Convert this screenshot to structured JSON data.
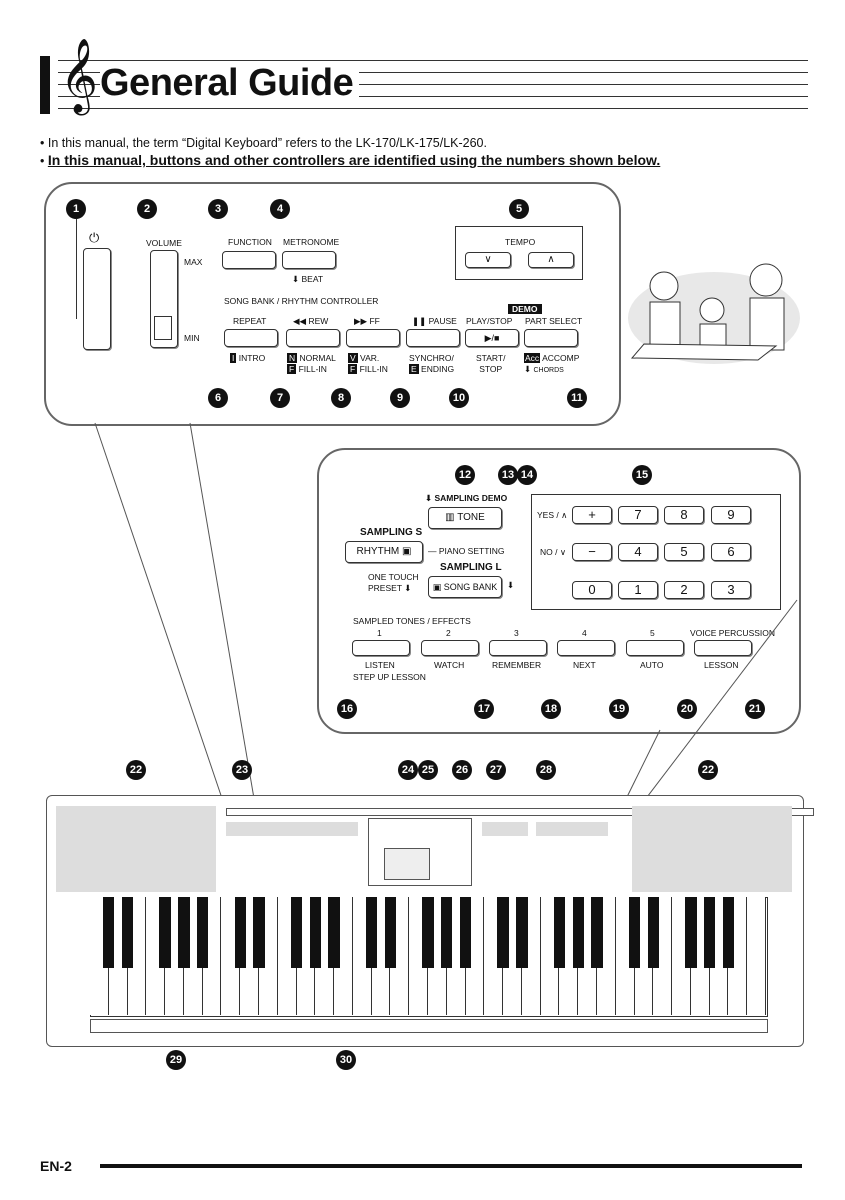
{
  "header": {
    "title": "General Guide"
  },
  "intro": {
    "line1": "In this manual, the term “Digital Keyboard” refers to the LK-170/LK-175/LK-260.",
    "line2": "In this manual, buttons and other controllers are identified using the numbers shown below."
  },
  "panel_top": {
    "volume": "VOLUME",
    "max": "MAX",
    "min": "MIN",
    "function": "FUNCTION",
    "metronome": "METRONOME",
    "beat": "BEAT",
    "tempo": "TEMPO",
    "song_bank_controller": "SONG BANK / RHYTHM CONTROLLER",
    "demo": "DEMO",
    "buttons": [
      {
        "top": "REPEAT",
        "icon": "I",
        "bottom": "INTRO"
      },
      {
        "top": "REW",
        "icon": "N",
        "bottom": "NORMAL",
        "icon2": "F",
        "bottom2": "FILL-IN"
      },
      {
        "top": "FF",
        "icon": "V",
        "bottom": "VAR.",
        "icon2": "F",
        "bottom2": "FILL-IN"
      },
      {
        "top": "PAUSE",
        "bottom": "SYNCHRO/",
        "icon2": "E",
        "bottom2": "ENDING"
      },
      {
        "top": "PLAY/STOP",
        "bottom": "START/",
        "bottom2": "STOP"
      },
      {
        "top": "PART SELECT",
        "icon": "Acc",
        "bottom": "ACCOMP",
        "bottom2": "CHORDS"
      }
    ],
    "numbers": [
      "1",
      "2",
      "3",
      "4",
      "5",
      "6",
      "7",
      "8",
      "9",
      "10",
      "11"
    ]
  },
  "panel_mid": {
    "sampling_demo": "SAMPLING DEMO",
    "tone": "TONE",
    "sampling_s": "SAMPLING S",
    "rhythm": "RHYTHM",
    "piano_setting": "PIANO SETTING",
    "sampling_l": "SAMPLING L",
    "song_bank": "SONG BANK",
    "one_touch": "ONE TOUCH",
    "preset": "PRESET",
    "yes": "YES /",
    "no": "NO /",
    "keypad": [
      [
        "+",
        "7",
        "8",
        "9"
      ],
      [
        "−",
        "4",
        "5",
        "6"
      ],
      [
        "0",
        "1",
        "2",
        "3"
      ]
    ],
    "sampled_tones": "SAMPLED TONES / EFFECTS",
    "voice_percussion": "VOICE PERCUSSION",
    "pads": [
      {
        "num": "1",
        "label": "LISTEN"
      },
      {
        "num": "2",
        "label": "WATCH"
      },
      {
        "num": "3",
        "label": "REMEMBER"
      },
      {
        "num": "4",
        "label": "NEXT"
      },
      {
        "num": "5",
        "label": "AUTO"
      },
      {
        "num": "",
        "label": "LESSON"
      }
    ],
    "step_up": "STEP UP LESSON",
    "numbers": [
      "12",
      "13",
      "14",
      "15",
      "16",
      "17",
      "18",
      "19",
      "20",
      "21"
    ]
  },
  "keyboard": {
    "numbers": [
      "22",
      "23",
      "24",
      "25",
      "26",
      "27",
      "28",
      "22",
      "29",
      "30"
    ]
  },
  "footer": {
    "page_code": "EN-2"
  }
}
